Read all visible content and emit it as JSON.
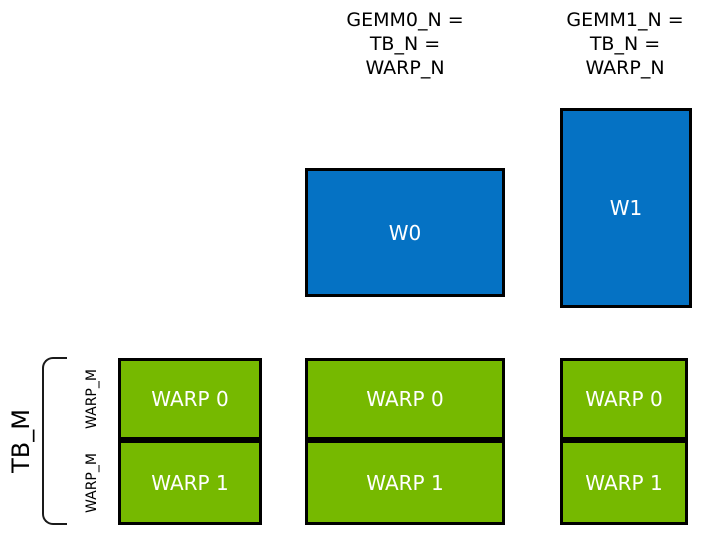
{
  "diagram": {
    "kind": "gemm-warp-tiling",
    "colors": {
      "accumulator_blue": "#0572c4",
      "nvidia_green": "#76b900",
      "border_black": "#000000",
      "label_white": "#ffffff",
      "text_black": "#000000"
    },
    "headers": [
      {
        "lines": [
          "GEMM0_N =",
          "TB_N =",
          "WARP_N"
        ]
      },
      {
        "lines": [
          "GEMM1_N =",
          "TB_N =",
          "WARP_N"
        ]
      }
    ],
    "accumulators": [
      {
        "label": "W0"
      },
      {
        "label": "W1"
      }
    ],
    "warp_columns": [
      {
        "rows": [
          {
            "label": "WARP 0"
          },
          {
            "label": "WARP 1"
          }
        ]
      },
      {
        "rows": [
          {
            "label": "WARP 0"
          },
          {
            "label": "WARP 1"
          }
        ]
      },
      {
        "rows": [
          {
            "label": "WARP 0"
          },
          {
            "label": "WARP 1"
          }
        ]
      }
    ],
    "left_axis": {
      "tb_label": "TB_M",
      "warp_labels": [
        {
          "label": "WARP_M"
        },
        {
          "label": "WARP_M"
        }
      ]
    }
  }
}
